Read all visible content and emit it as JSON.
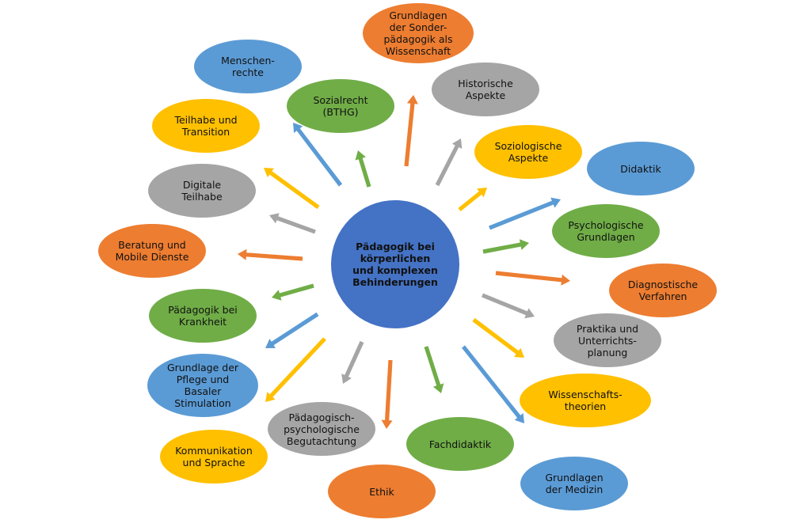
{
  "colors": {
    "blue": "#5B9BD5",
    "orange": "#ED7D31",
    "gray": "#A5A5A5",
    "yellow": "#FFC000",
    "green": "#70AD47",
    "center": "#4472C4"
  },
  "center": {
    "label": "Pädagogik bei\nkörperlichen\nund komplexen\nBehinderungen"
  },
  "topics": [
    {
      "id": "grundlagen-sonderpaedagogik",
      "label": "Grundlagen\nder Sonder-\npädagogik als\nWissenschaft",
      "color": "orange"
    },
    {
      "id": "menschenrechte",
      "label": "Menschen-\nrechte",
      "color": "blue"
    },
    {
      "id": "sozialrecht",
      "label": "Sozialrecht\n(BTHG)",
      "color": "green"
    },
    {
      "id": "historische-aspekte",
      "label": "Historische\nAspekte",
      "color": "gray"
    },
    {
      "id": "teilhabe-transition",
      "label": "Teilhabe und\nTransition",
      "color": "yellow"
    },
    {
      "id": "soziologische-aspekte",
      "label": "Soziologische\nAspekte",
      "color": "yellow"
    },
    {
      "id": "didaktik",
      "label": "Didaktik",
      "color": "blue"
    },
    {
      "id": "digitale-teilhabe",
      "label": "Digitale\nTeilhabe",
      "color": "gray"
    },
    {
      "id": "psychologische-grundlagen",
      "label": "Psychologische\nGrundlagen",
      "color": "green"
    },
    {
      "id": "beratung-mobile-dienste",
      "label": "Beratung und\nMobile Dienste",
      "color": "orange"
    },
    {
      "id": "diagnostische-verfahren",
      "label": "Diagnostische\nVerfahren",
      "color": "orange"
    },
    {
      "id": "paedagogik-krankheit",
      "label": "Pädagogik bei\nKrankheit",
      "color": "green"
    },
    {
      "id": "praktika-unterrichtsplanung",
      "label": "Praktika und\nUnterrichts-\nplanung",
      "color": "gray"
    },
    {
      "id": "grundlage-pflege",
      "label": "Grundlage der\nPflege und\nBasaler\nStimulation",
      "color": "blue"
    },
    {
      "id": "wissenschaftstheorien",
      "label": "Wissenschafts-\ntheorien",
      "color": "yellow"
    },
    {
      "id": "paedagogisch-psychologische-begutachtung",
      "label": "Pädagogisch-\npsychologische\nBegutachtung",
      "color": "gray"
    },
    {
      "id": "fachdidaktik",
      "label": "Fachdidaktik",
      "color": "green"
    },
    {
      "id": "kommunikation-sprache",
      "label": "Kommunikation\nund Sprache",
      "color": "yellow"
    },
    {
      "id": "ethik",
      "label": "Ethik",
      "color": "orange"
    },
    {
      "id": "grundlagen-medizin",
      "label": "Grundlagen\nder Medizin",
      "color": "blue"
    }
  ],
  "arrows": [
    {
      "color": "orange"
    },
    {
      "color": "blue"
    },
    {
      "color": "green"
    },
    {
      "color": "gray"
    },
    {
      "color": "yellow"
    },
    {
      "color": "yellow"
    },
    {
      "color": "blue"
    },
    {
      "color": "gray"
    },
    {
      "color": "green"
    },
    {
      "color": "orange"
    },
    {
      "color": "orange"
    },
    {
      "color": "green"
    },
    {
      "color": "gray"
    },
    {
      "color": "blue"
    },
    {
      "color": "yellow"
    },
    {
      "color": "gray"
    },
    {
      "color": "green"
    },
    {
      "color": "yellow"
    },
    {
      "color": "orange"
    },
    {
      "color": "blue"
    }
  ]
}
